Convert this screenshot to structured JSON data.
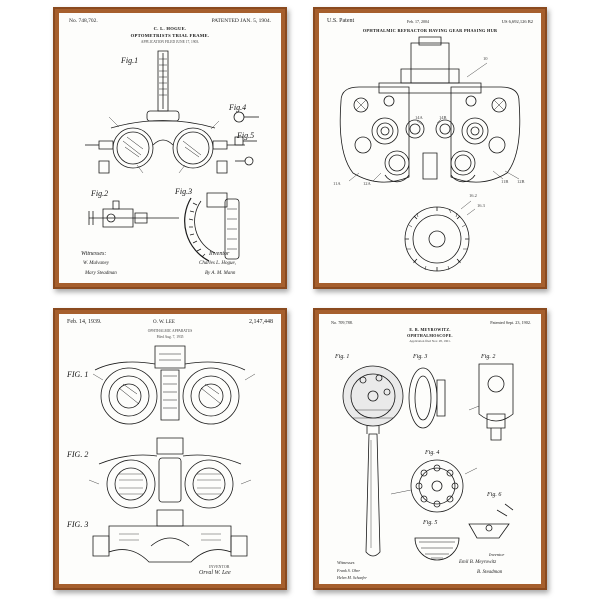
{
  "posters": [
    {
      "patent_no": "No. 748,702.",
      "patented": "PATENTED JAN. 5, 1904.",
      "inventor_name": "C. L. HOGUE.",
      "title": "OPTOMETRISTS TRIAL FRAME.",
      "application": "APPLICATION FILED JUNE 17, 1903.",
      "figs": [
        "Fig.1",
        "Fig.4",
        "Fig.5",
        "Fig.2",
        "Fig.3"
      ],
      "witnesses_label": "Witnesses:",
      "inventor_label": "Inventor",
      "witness_sigs": [
        "W. Mulvaney",
        "Mary Steadman"
      ],
      "inventor_sig": "Charles L. Hogue,",
      "attorney_sig": "By A. M. Mann"
    },
    {
      "office": "U.S. Patent",
      "date": "Feb. 17, 2004",
      "number": "US 6,692,126 B2",
      "title": "OPHTHALMIC REFRACTOR HAVING GEAR PHASING HUB",
      "refs": [
        "10",
        "14A",
        "14B",
        "11A",
        "12A",
        "11B",
        "12B",
        "16.2",
        "16.3"
      ]
    },
    {
      "date": "Feb. 14, 1939.",
      "inventor_name": "O. W. LEE",
      "number": "2,147,448",
      "title": "OPHTHALMIC APPARATUS",
      "filed": "Filed Aug. 7, 1935",
      "figs": [
        "FIG. 1",
        "FIG. 2",
        "FIG. 3"
      ],
      "inventor_label": "INVENTOR",
      "inventor_sig": "Orval W. Lee"
    },
    {
      "number": "No. 709,788.",
      "patented": "Patented Sept. 23, 1902.",
      "inventor_name": "E. B. MEYROWITZ.",
      "title": "OPHTHALMOSCOPE.",
      "application": "Application filed Nov. 28, 1901.",
      "figs": [
        "Fig. 1",
        "Fig. 2",
        "Fig. 3",
        "Fig. 4",
        "Fig. 5",
        "Fig. 6"
      ],
      "witnesses_label": "Witnesses",
      "inventor_label": "Inventor",
      "witness_sigs": [
        "Frank S. Ober",
        "Helen M. Schaefer"
      ],
      "inventor_sig": "Emil B. Meyrowitz",
      "attorney_sig": "B. Steadman"
    }
  ]
}
